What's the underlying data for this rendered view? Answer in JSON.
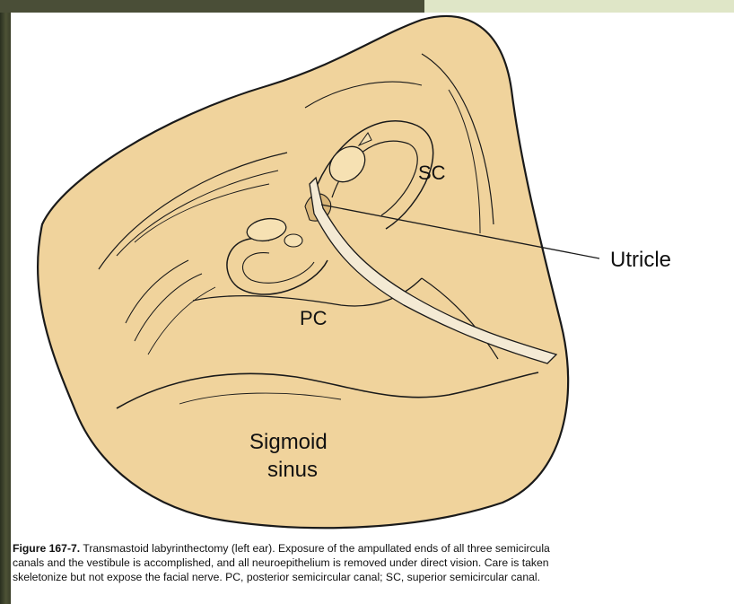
{
  "labels": {
    "sc": "SC",
    "utricle": "Utricle",
    "pc": "PC",
    "sigmoid_line1": "Sigmoid",
    "sigmoid_line2": "sinus"
  },
  "caption": {
    "figure_number": "Figure 167-7.",
    "line1_text": " Transmastoid labyrinthectomy (left ear). Exposure of the ampullated ends of all three semicircula",
    "line2_text": "canals and the vestibule is accomplished, and all neuroepithelium is removed under direct vision. Care is taken",
    "line3_text": "skeletonize but not expose the facial nerve. PC, posterior semicircular canal; SC, superior semicircular canal."
  },
  "colors": {
    "bone_fill": "#f0d39c",
    "outline": "#1a1a1a",
    "instrument": "#f4ead4"
  }
}
